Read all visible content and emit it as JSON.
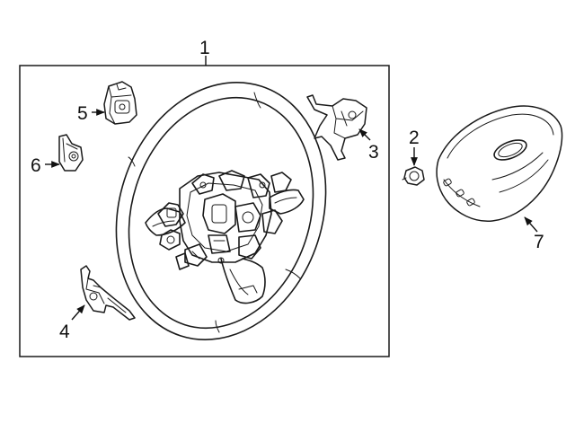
{
  "callouts": {
    "c1": "1",
    "c2": "2",
    "c3": "3",
    "c4": "4",
    "c5": "5",
    "c6": "6",
    "c7": "7"
  },
  "parts": [
    {
      "id": "1",
      "name": "steering-wheel"
    },
    {
      "id": "2",
      "name": "fastener-clip"
    },
    {
      "id": "3",
      "name": "right-paddle-switch"
    },
    {
      "id": "4",
      "name": "left-paddle-switch"
    },
    {
      "id": "5",
      "name": "control-switch-module"
    },
    {
      "id": "6",
      "name": "bracket-switch"
    },
    {
      "id": "7",
      "name": "driver-air-bag-module"
    }
  ]
}
